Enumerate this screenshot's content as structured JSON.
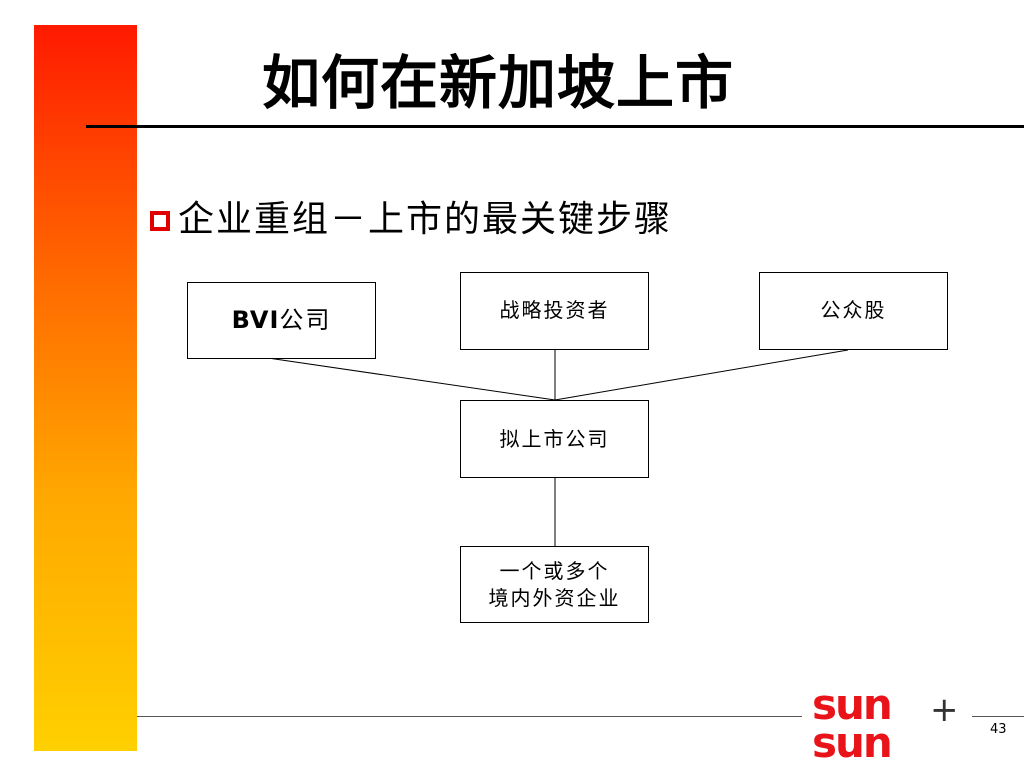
{
  "slide": {
    "title": "如何在新加坡上市",
    "bullet": "企业重组－上市的最关键步骤",
    "page_number": "43"
  },
  "diagram": {
    "nodes": [
      {
        "id": "bvi",
        "label_latin": "BVI",
        "label_cjk": "公司"
      },
      {
        "id": "strategic",
        "label": "战略投资者"
      },
      {
        "id": "public",
        "label": "公众股"
      },
      {
        "id": "listing",
        "label": "拟上市公司"
      },
      {
        "id": "onshore",
        "label": "一个或多个\n境内外资企业"
      }
    ],
    "edges": [
      {
        "from": "bvi",
        "to": "listing"
      },
      {
        "from": "strategic",
        "to": "listing"
      },
      {
        "from": "public",
        "to": "listing"
      },
      {
        "from": "listing",
        "to": "onshore"
      }
    ]
  },
  "logo": {
    "text_line1": "sun",
    "text_line2": "sun",
    "plus_symbol": "+",
    "color": "#e8141a"
  },
  "colors": {
    "accent_red": "#e00000",
    "sidebar_top": "#ff1a00",
    "sidebar_bottom": "#ffd000"
  }
}
